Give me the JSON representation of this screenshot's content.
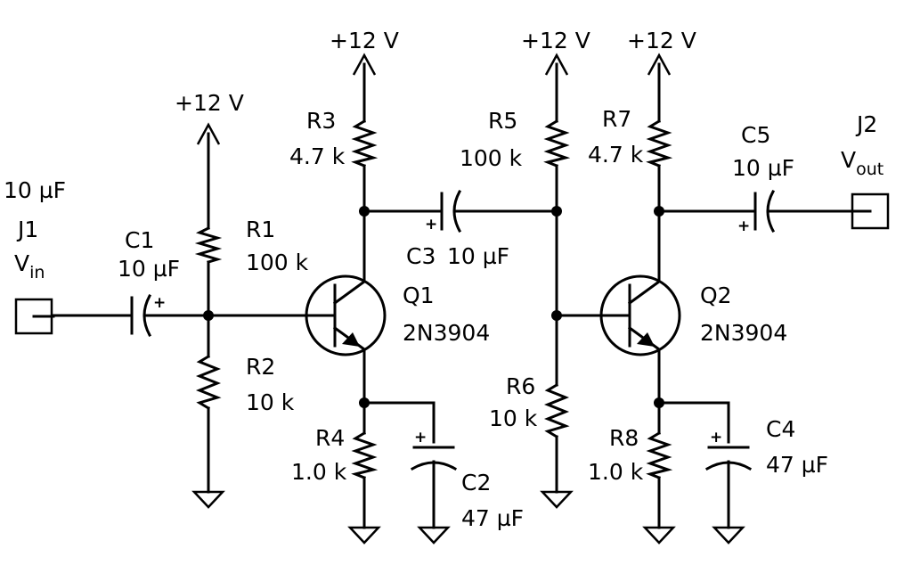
{
  "labels": {
    "c1_ref": "C1",
    "c1_val": "10 µF",
    "c2_ref": "C2",
    "c2_val": "47 µF",
    "c3_ref": "C3",
    "c3_val": "10 µF",
    "c4_ref": "C4",
    "c4_val": "47 µF",
    "c5_ref": "C5",
    "c5_val": "10 µF",
    "r1_ref": "R1",
    "r1_val": "100 k",
    "r2_ref": "R2",
    "r2_val": "10 k",
    "r3_ref": "R3",
    "r3_val": "4.7 k",
    "r4_ref": "R4",
    "r4_val": "1.0 k",
    "r5_ref": "R5",
    "r5_val": "100 k",
    "r6_ref": "R6",
    "r6_val": "10 k",
    "r7_ref": "R7",
    "r7_val": "4.7 k",
    "r8_ref": "R8",
    "r8_val": "1.0 k",
    "q1_ref": "Q1",
    "q1_val": "2N3904",
    "q2_ref": "Q2",
    "q2_val": "2N3904",
    "j1_ref": "J1",
    "j1_name": "V",
    "j1_sub": "in",
    "j2_ref": "J2",
    "j2_name": "V",
    "j2_sub": "out",
    "stray_val": "10 µF",
    "vcc": "+12 V",
    "plus": "+"
  }
}
